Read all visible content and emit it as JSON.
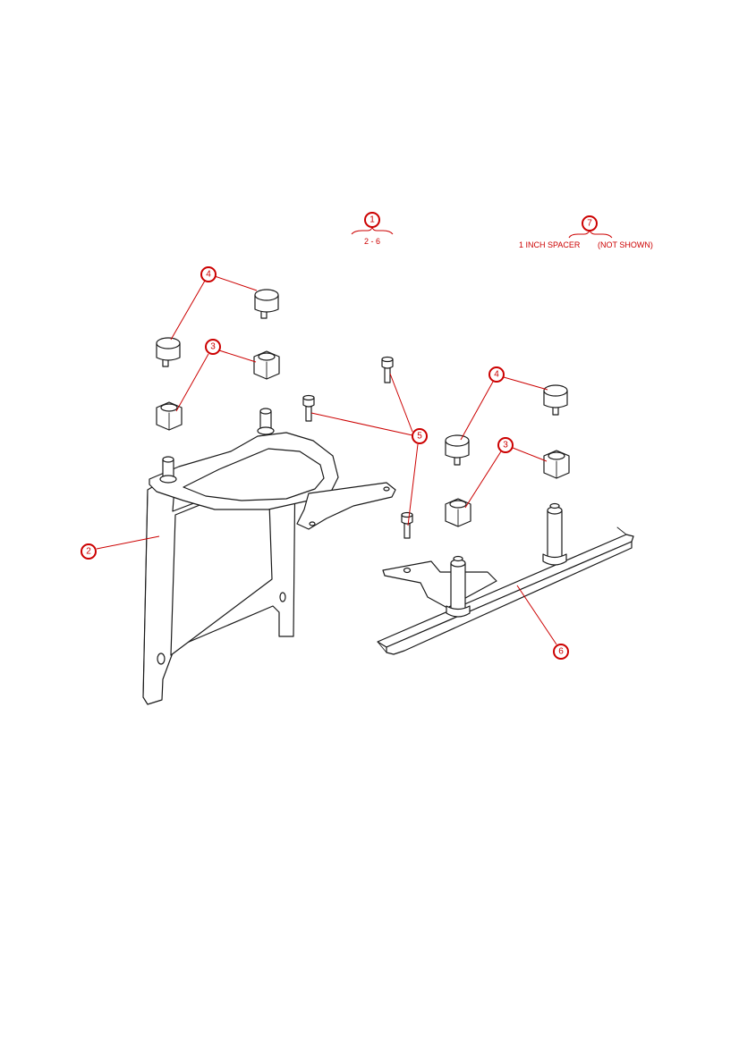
{
  "accent_color": "#cc0000",
  "assembly": {
    "item": "1",
    "range_note": "2 - 6"
  },
  "callouts": {
    "frame": "2",
    "spacer": "3",
    "bumper": "4",
    "screw": "5",
    "rail": "6"
  },
  "spacer_note": {
    "item": "7",
    "label": "1 INCH SPACER",
    "status": "(NOT SHOWN)"
  }
}
